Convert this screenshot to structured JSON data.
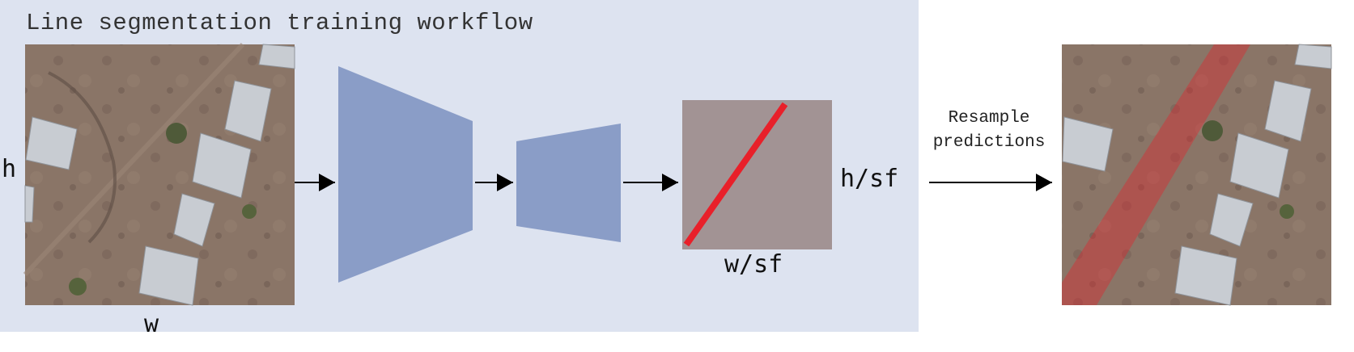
{
  "title": "Line segmentation training workflow",
  "labels": {
    "input_height": "h",
    "input_width": "w",
    "output_height": "h/sf",
    "output_width": "w/sf",
    "resample_line1": "Resample",
    "resample_line2": "predictions"
  },
  "colors": {
    "panel": "#dde3f0",
    "network": "#8a9dc7",
    "prediction_bg": "#a29394",
    "prediction_line": "#e8202a",
    "overlay": "#e8202a"
  }
}
